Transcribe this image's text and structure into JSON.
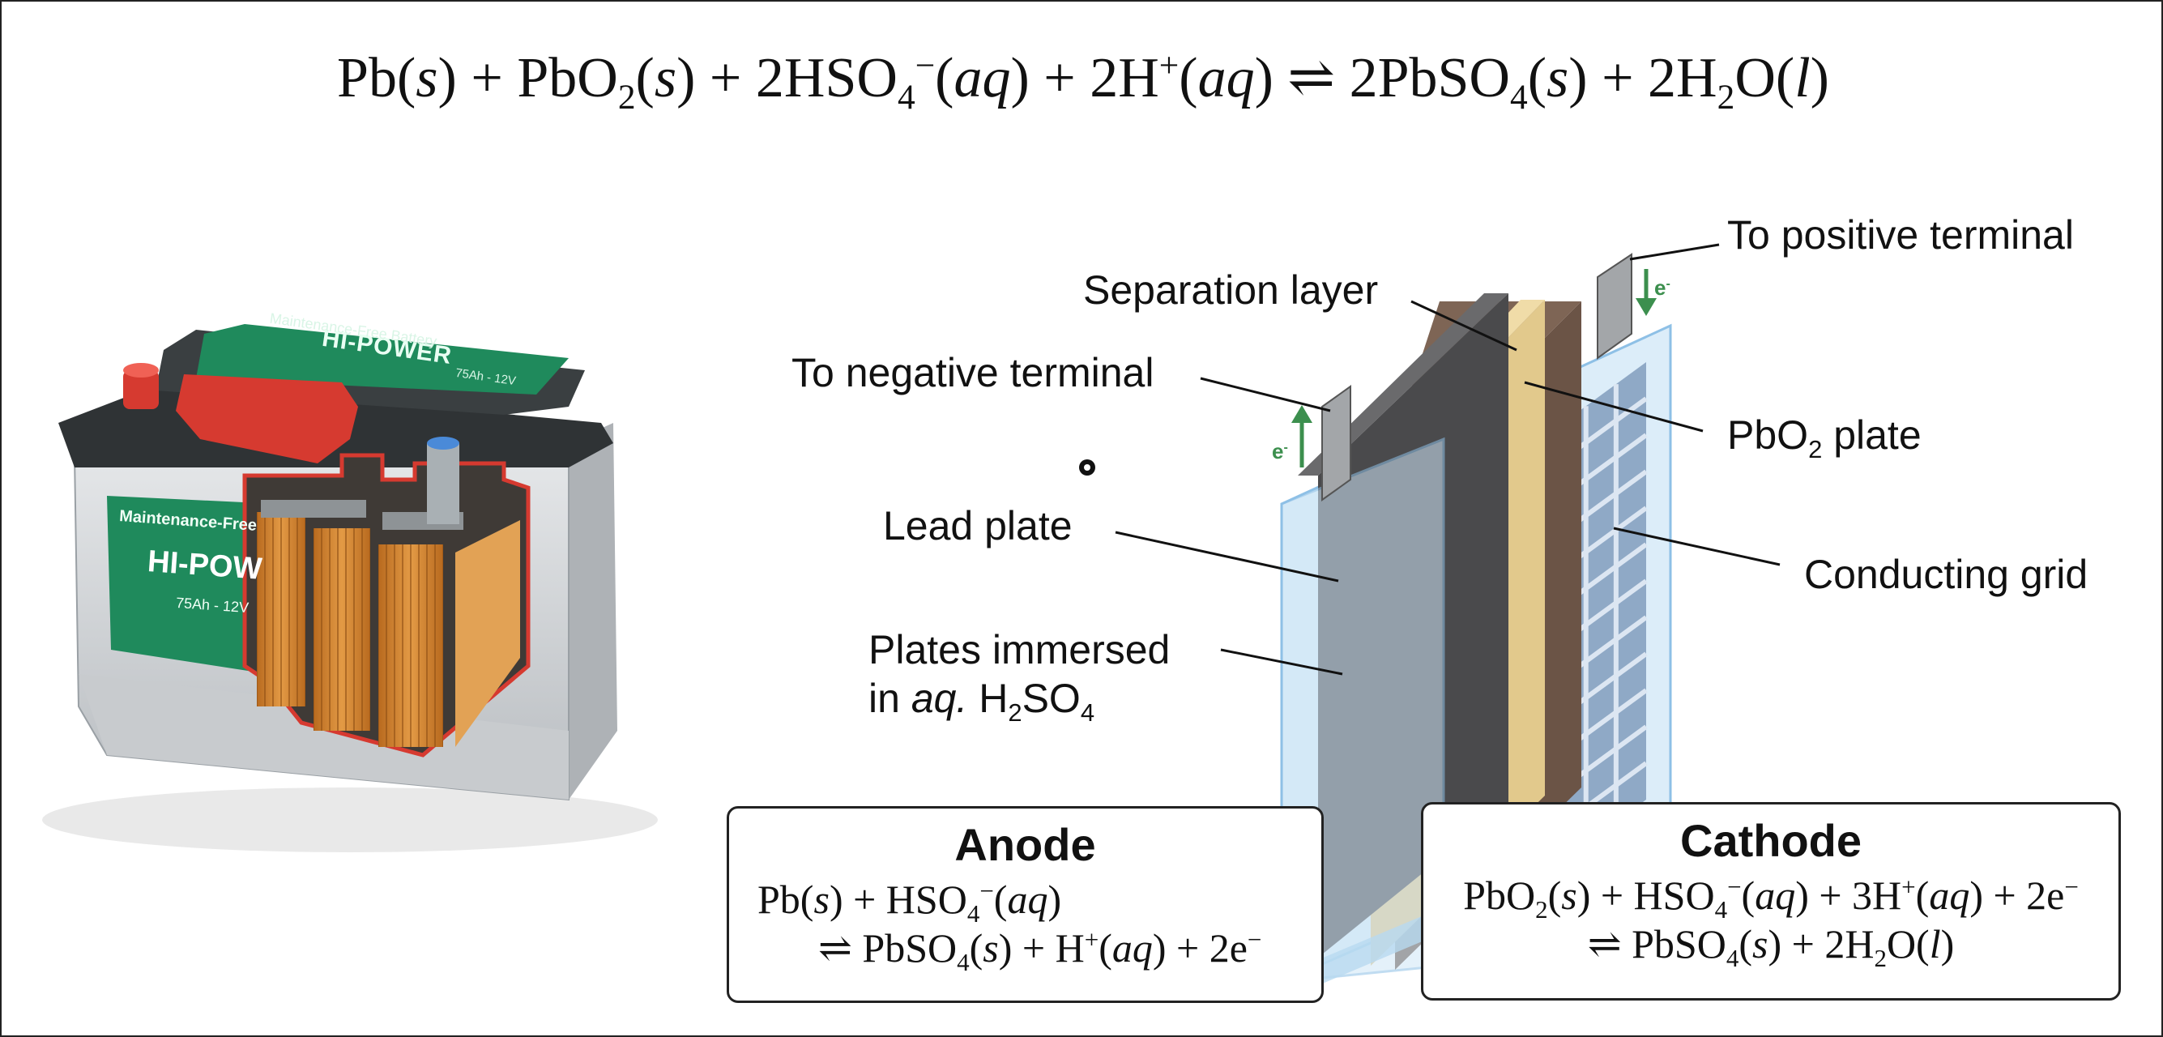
{
  "equation": {
    "overall": {
      "pb": "Pb",
      "pb_state": "s",
      "plus1": "+",
      "pbo": "PbO",
      "pbo_sub": "2",
      "pbo_state": "s",
      "plus2": "+",
      "hso_coef": "2HSO",
      "hso_sub": "4",
      "hso_sup": "−",
      "hso_state": "aq",
      "plus3": "+",
      "h_coef": "2H",
      "h_sup": "+",
      "h_state": "aq",
      "arrow": "⇌",
      "pbso_coef": "2PbSO",
      "pbso_sub": "4",
      "pbso_state": "s",
      "plus4": "+",
      "water_coef": "2H",
      "water_sub": "2",
      "water_o": "O",
      "water_state": "l"
    }
  },
  "labels": {
    "positive_terminal": "To positive terminal",
    "separation_layer": "Separation layer",
    "negative_terminal": "To negative terminal",
    "pbo2_plate_main": "PbO",
    "pbo2_plate_sub": "2",
    "pbo2_plate_rest": " plate",
    "lead_plate": "Lead plate",
    "conducting_grid": "Conducting grid",
    "immersed_line1": "Plates immersed",
    "immersed_line2_pre": "in ",
    "immersed_line2_aq": "aq.",
    "immersed_line2_h": " H",
    "immersed_line2_sub1": "2",
    "immersed_line2_so": "SO",
    "immersed_line2_sub2": "4",
    "electron_left": "e",
    "electron_left_sup": "-",
    "electron_right": "e",
    "electron_right_sup": "-"
  },
  "battery": {
    "brand": "HI-POWER",
    "tagline": "Maintenance-Free Battery",
    "rating": "75Ah - 12V",
    "side_tagline": "Maintenance-Free",
    "side_brand": "HI-POW",
    "side_rating": "75Ah - 12V"
  },
  "anode": {
    "title": "Anode",
    "l1_pb": "Pb(",
    "l1_s": "s",
    "l1_mid": ") + HSO",
    "l1_sub": "4",
    "l1_sup": "−",
    "l1_open": "(",
    "l1_aq": "aq",
    "l1_close": ")",
    "l2_pre": "⇌ PbSO",
    "l2_sub": "4",
    "l2_open": "(",
    "l2_s": "s",
    "l2_mid": ") + H",
    "l2_sup": "+",
    "l2_open2": "(",
    "l2_aq": "aq",
    "l2_end": ") + 2e",
    "l2_esup": "−"
  },
  "cathode": {
    "title": "Cathode",
    "l1_pre": "PbO",
    "l1_sub": "2",
    "l1_open": "(",
    "l1_s": "s",
    "l1_mid": ") + HSO",
    "l1_sub2": "4",
    "l1_sup": "−",
    "l1_open2": "(",
    "l1_aq": "aq",
    "l1_mid2": ") + 3H",
    "l1_sup2": "+",
    "l1_open3": "(",
    "l1_aq2": "aq",
    "l1_end": ") + 2e",
    "l1_esup": "−",
    "l2_pre": "⇌ PbSO",
    "l2_sub": "4",
    "l2_open": "(",
    "l2_s": "s",
    "l2_mid": ") + 2H",
    "l2_sub2": "2",
    "l2_o": "O(",
    "l2_l": "l",
    "l2_close": ")"
  },
  "colors": {
    "electrolyte": "#cfe6f7",
    "lead_plate": "#4a4a4c",
    "separator": "#e2c98c",
    "pbo2_plate": "#6b5446",
    "grid": "#8fa9c6",
    "arrow_green": "#3c8f4e",
    "battery_green": "#1f8a5c",
    "battery_red": "#d63a30",
    "copper": "#d2852e"
  }
}
